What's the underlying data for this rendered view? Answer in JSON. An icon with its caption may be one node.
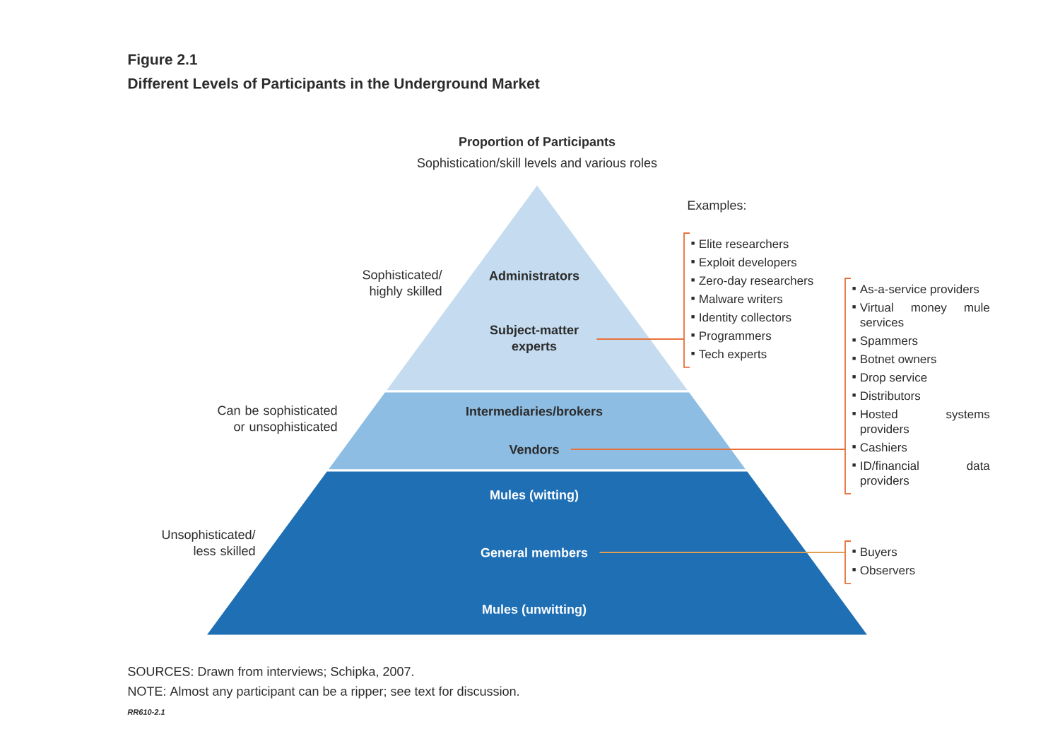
{
  "diagram": {
    "title": "Different Levels of Participants in the Underground Market",
    "nodes": [
      {
        "text": [],
        "shape": "triangle"
      },
      {
        "text": [
          "Administrators"
        ],
        "in": 0
      },
      {
        "text": [
          "Subject-matter experts"
        ],
        "in": 0
      },
      {
        "text": [],
        "shape": "trapezoid"
      },
      {
        "text": [
          "Intermediaries/brokers"
        ],
        "in": 3
      },
      {
        "text": [
          "Vendors"
        ],
        "in": 3
      },
      {
        "text": [],
        "shape": "trapezoid"
      },
      {
        "text": [
          "Mules (witting)"
        ],
        "in": 6
      },
      {
        "text": [
          "General members"
        ],
        "in": 6
      },
      {
        "text": [
          "Mules (unwitting)"
        ],
        "in": 6
      },
      {
        "text": [
          "Elite researchers",
          "Exploit developers",
          "Zero-day researchers",
          "Malware writers",
          "Identity collectors",
          "Programmers",
          "Tech experts"
        ]
      },
      {
        "text": [
          "As-a-service providers",
          "Virtual money mule services",
          "Spammers",
          "Botnet owners",
          "Drop service",
          "Distributors",
          "Hosted systems providers",
          "Cashiers",
          "ID/financial data providers"
        ]
      },
      {
        "text": [
          "Buyers",
          "Observers"
        ]
      }
    ],
    "edges": [
      {
        "from": 2,
        "to": 10,
        "arrow": "none"
      },
      {
        "from": 5,
        "to": 11,
        "arrow": "none"
      },
      {
        "from": 8,
        "to": 12,
        "arrow": "none",
        "color": "#e0a050"
      }
    ],
    "labels": [
      "Figure 2.1",
      "Proportion of Participants",
      "Sophistication/skill levels and various roles",
      "Examples:",
      "Sophisticated/ highly skilled",
      "Can be sophisticated or unsophisticated",
      "Unsophisticated/ less skilled",
      "SOURCES: Drawn from interviews; Schipka, 2007.",
      "NOTE: Almost any participant can be a ripper; see text for discussion.",
      "RR610-2.1"
    ]
  }
}
